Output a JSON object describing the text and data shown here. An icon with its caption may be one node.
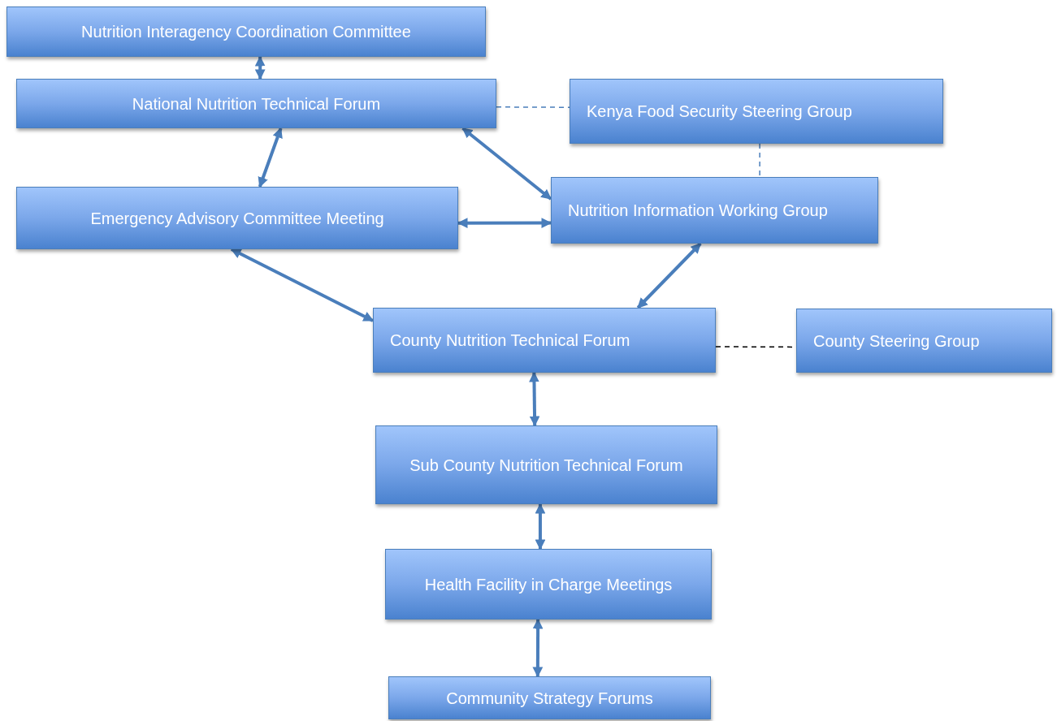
{
  "diagram": {
    "nodes": [
      {
        "text": [
          "Nutrition Interagency Coordination Committee"
        ]
      },
      {
        "text": [
          "National Nutrition Technical Forum"
        ]
      },
      {
        "text": [
          "Kenya Food Security Steering Group"
        ]
      },
      {
        "text": [
          "Emergency Advisory Committee Meeting"
        ]
      },
      {
        "text": [
          "Nutrition Information Working Group"
        ]
      },
      {
        "text": [
          "County Nutrition Technical Forum"
        ]
      },
      {
        "text": [
          "County Steering Group"
        ]
      },
      {
        "text": [
          "Sub County Nutrition Technical Forum"
        ]
      },
      {
        "text": [
          "Health Facility in Charge Meetings"
        ]
      },
      {
        "text": [
          "Community Strategy Forums"
        ]
      }
    ],
    "edges": [
      {
        "from": 0,
        "to": 1,
        "arrow": "both"
      },
      {
        "from": 1,
        "to": 2,
        "arrow": "none",
        "style": "dashed"
      },
      {
        "from": 1,
        "to": 3,
        "arrow": "both"
      },
      {
        "from": 1,
        "to": 4,
        "arrow": "both"
      },
      {
        "from": 3,
        "to": 4,
        "arrow": "both"
      },
      {
        "from": 2,
        "to": 4,
        "arrow": "none",
        "style": "dashed"
      },
      {
        "from": 3,
        "to": 5,
        "arrow": "both"
      },
      {
        "from": 4,
        "to": 5,
        "arrow": "both"
      },
      {
        "from": 5,
        "to": 6,
        "arrow": "none",
        "style": "dashed",
        "color": "#000000"
      },
      {
        "from": 5,
        "to": 7,
        "arrow": "both"
      },
      {
        "from": 7,
        "to": 8,
        "arrow": "both"
      },
      {
        "from": 8,
        "to": 9,
        "arrow": "both"
      }
    ]
  }
}
